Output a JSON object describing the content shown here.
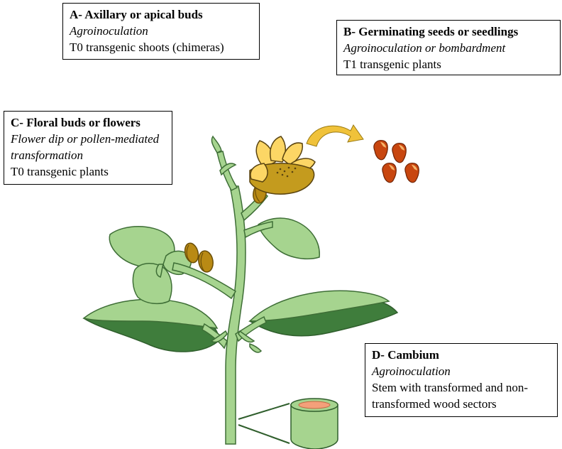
{
  "boxes": {
    "a": {
      "title": "A- Axillary or apical buds",
      "method": "Agroinoculation",
      "result": "T0 transgenic shoots (chimeras)"
    },
    "b": {
      "title": "B- Germinating seeds or seedlings",
      "method": "Agroinoculation or bombardment",
      "result": "T1 transgenic plants"
    },
    "c": {
      "title": "C- Floral buds or flowers",
      "method": "Flower dip or pollen-mediated transformation",
      "result": "T0 transgenic plants"
    },
    "d": {
      "title": "D- Cambium",
      "method": "Agroinoculation",
      "result": "Stem with transformed and non-transformed wood sectors"
    }
  },
  "colors": {
    "leaf_light": "#a6d48f",
    "leaf_dark": "#3f7d3c",
    "outline": "#3e6e36",
    "petal": "#fcd665",
    "flower_center": "#c49b1e",
    "bud": "#b98a14",
    "seed": "#c8460f",
    "arrow": "#f0c23a",
    "cambium": "#f4a07a"
  }
}
